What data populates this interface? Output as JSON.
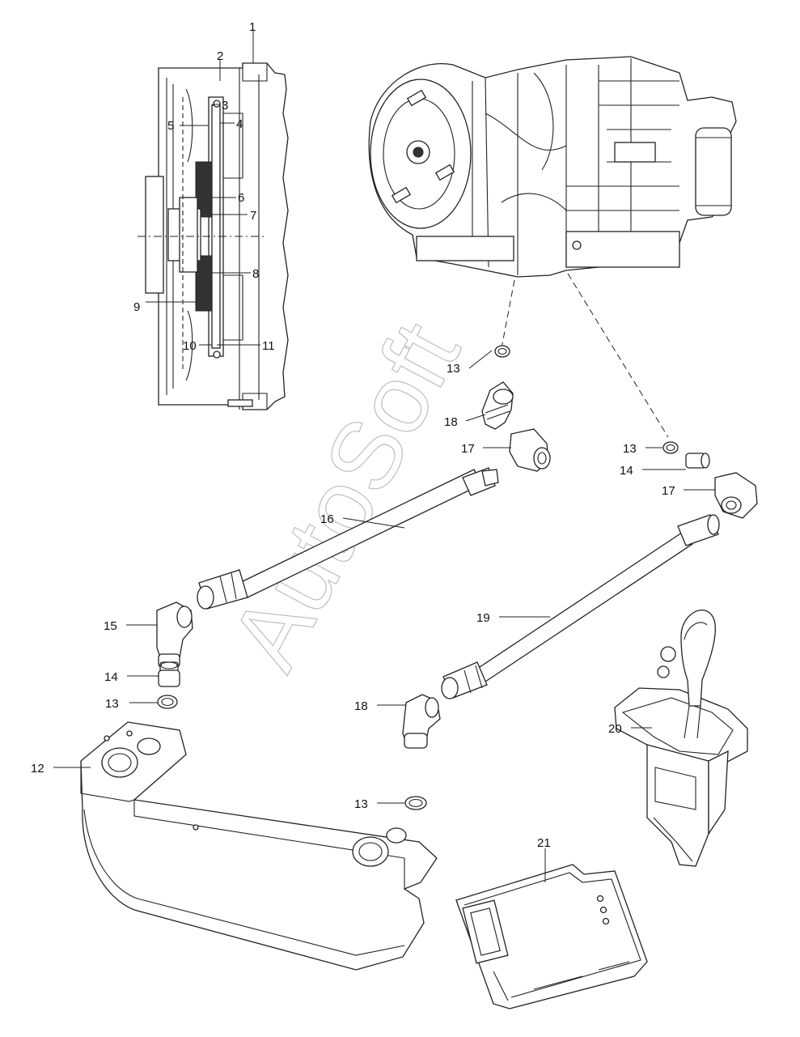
{
  "watermark": "AutoSoft",
  "callouts": [
    {
      "id": "c1",
      "text": "1"
    },
    {
      "id": "c2",
      "text": "2"
    },
    {
      "id": "c3",
      "text": "3"
    },
    {
      "id": "c4",
      "text": "4"
    },
    {
      "id": "c5",
      "text": "5"
    },
    {
      "id": "c6",
      "text": "6"
    },
    {
      "id": "c7",
      "text": "7"
    },
    {
      "id": "c8",
      "text": "8"
    },
    {
      "id": "c9",
      "text": "9"
    },
    {
      "id": "c10",
      "text": "10"
    },
    {
      "id": "c11",
      "text": "11"
    },
    {
      "id": "c12",
      "text": "12"
    },
    {
      "id": "c13a",
      "text": "13"
    },
    {
      "id": "c13b",
      "text": "13"
    },
    {
      "id": "c13c",
      "text": "13"
    },
    {
      "id": "c13d",
      "text": "13"
    },
    {
      "id": "c14a",
      "text": "14"
    },
    {
      "id": "c14b",
      "text": "14"
    },
    {
      "id": "c15",
      "text": "15"
    },
    {
      "id": "c16",
      "text": "16"
    },
    {
      "id": "c17a",
      "text": "17"
    },
    {
      "id": "c17b",
      "text": "17"
    },
    {
      "id": "c18a",
      "text": "18"
    },
    {
      "id": "c18b",
      "text": "18"
    },
    {
      "id": "c19",
      "text": "19"
    },
    {
      "id": "c20",
      "text": "20"
    },
    {
      "id": "c21",
      "text": "21"
    }
  ]
}
